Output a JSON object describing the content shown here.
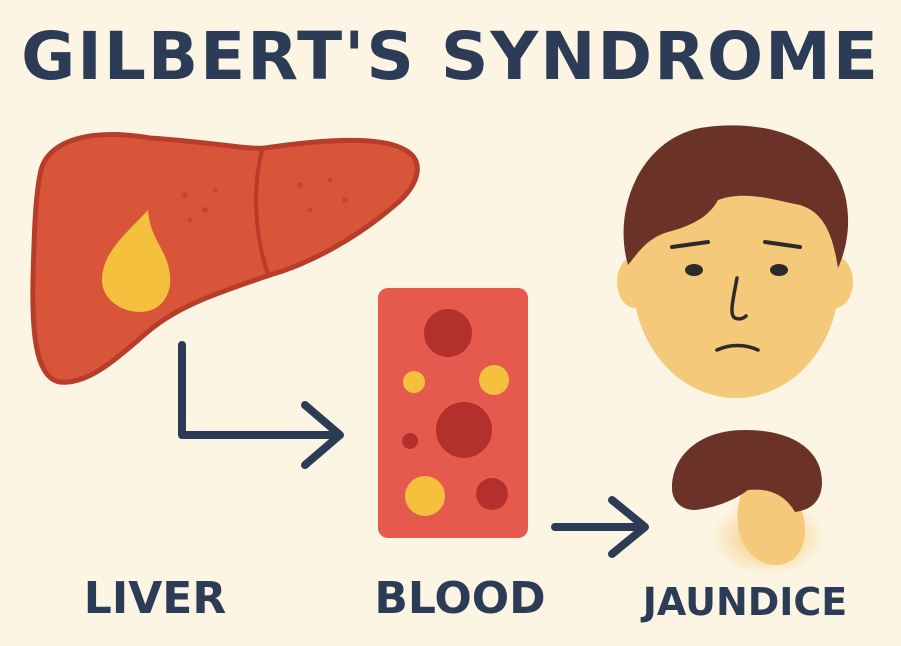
{
  "title": "GILBERT'S SYNDROME",
  "labels": {
    "liver": "LIVER",
    "blood": "BLOOD",
    "jaundice": "JAUNDICE"
  },
  "colors": {
    "text": "#2c3c57",
    "background": "#fcf5e3",
    "liver": "#d9553a",
    "bile": "#f4c03e",
    "blood": "#e65a4e",
    "cell_dark": "#b3302c",
    "skin": "#f5c97a",
    "hair": "#6b3328"
  },
  "icons": [
    "liver-icon",
    "bile-drop-icon",
    "arrow-right-icon",
    "blood-vessel-icon",
    "face-icon",
    "jaundiced-head-icon"
  ]
}
